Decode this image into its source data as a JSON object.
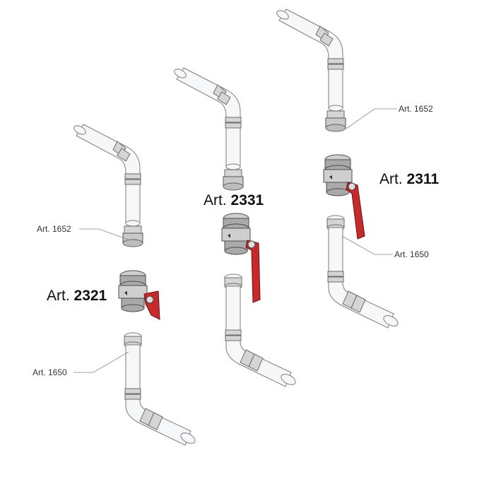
{
  "labels": {
    "right_top": "Art. 1652",
    "left_top": "Art. 1652",
    "right_bottom": "Art. 1650",
    "left_bottom": "Art. 1650"
  },
  "valves": {
    "right": {
      "prefix": "Art.",
      "number": "2311"
    },
    "middle": {
      "prefix": "Art.",
      "number": "2331"
    },
    "left": {
      "prefix": "Art.",
      "number": "2321"
    }
  },
  "colors": {
    "handle": "#c62a2a",
    "valve_body": "#a9a9a9",
    "pipe": "#f6f7f8"
  }
}
